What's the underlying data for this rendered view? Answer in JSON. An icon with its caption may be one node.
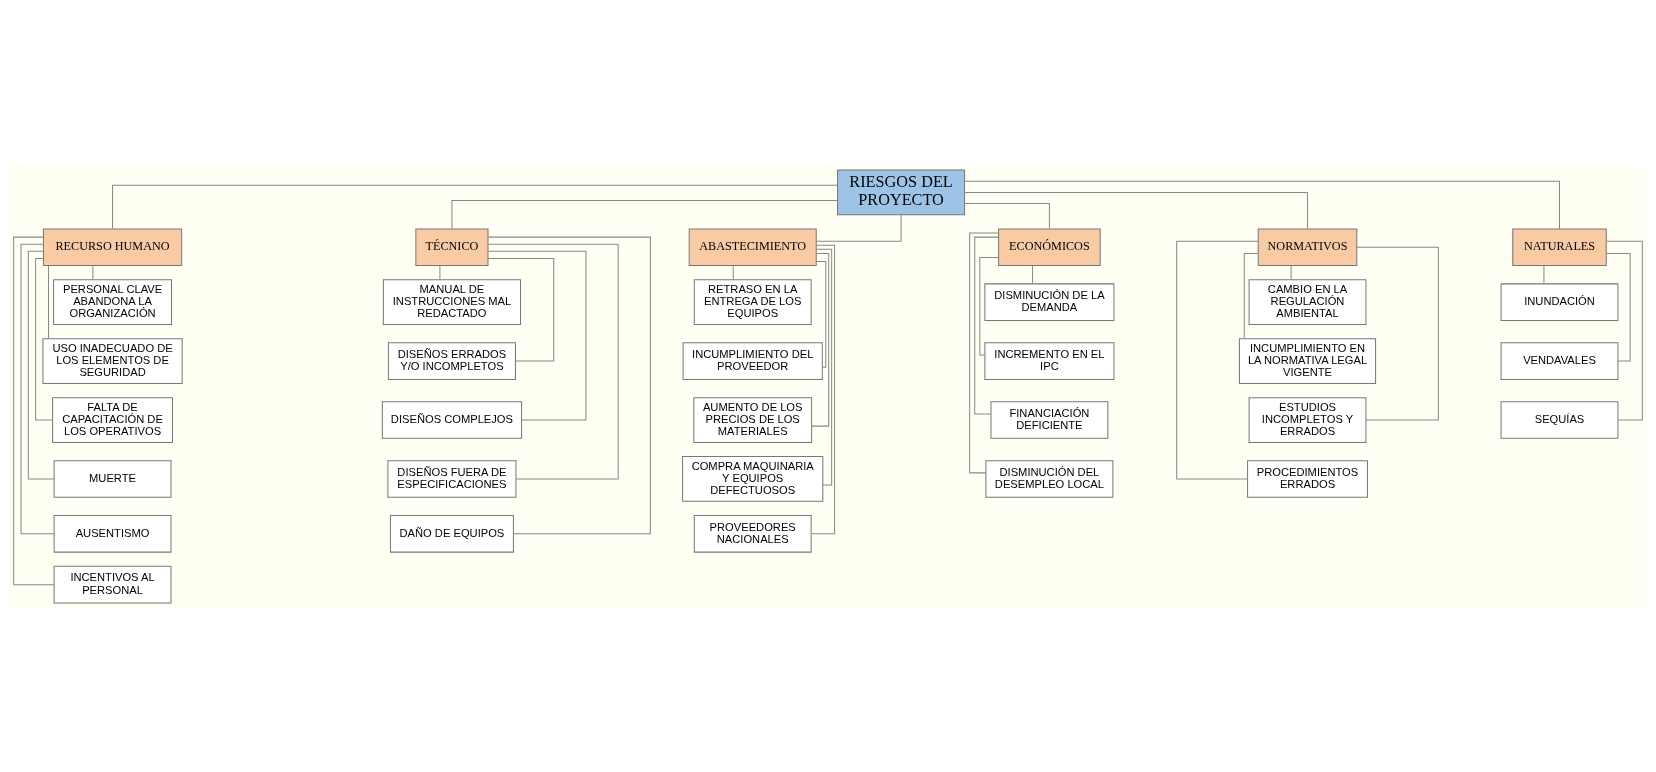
{
  "diagram": {
    "nodes": [
      {
        "text": [
          "RIESGOS DEL PROYECTO"
        ]
      },
      {
        "text": [
          "RECURSO HUMANO"
        ]
      },
      {
        "text": [
          "PERSONAL CLAVE ABANDONA LA ORGANIZACIÓN"
        ]
      },
      {
        "text": [
          "USO INADECUADO DE LOS ELEMENTOS DE SEGURIDAD"
        ]
      },
      {
        "text": [
          "FALTA DE CAPACITACIÓN DE LOS OPERATIVOS"
        ]
      },
      {
        "text": [
          "MUERTE"
        ]
      },
      {
        "text": [
          "AUSENTISMO"
        ]
      },
      {
        "text": [
          "INCENTIVOS AL PERSONAL"
        ]
      },
      {
        "text": [
          "TÉCNICO"
        ]
      },
      {
        "text": [
          "MANUAL DE INSTRUCCIONES MAL REDACTADO"
        ]
      },
      {
        "text": [
          "DISEÑOS ERRADOS Y/O INCOMPLETOS"
        ]
      },
      {
        "text": [
          "DISEÑOS COMPLEJOS"
        ]
      },
      {
        "text": [
          "DISEÑOS FUERA DE ESPECIFICACIONES"
        ]
      },
      {
        "text": [
          "DAÑO DE EQUIPOS"
        ]
      },
      {
        "text": [
          "ABASTECIMIENTO"
        ]
      },
      {
        "text": [
          "RETRASO EN LA ENTREGA DE LOS EQUIPOS"
        ]
      },
      {
        "text": [
          "INCUMPLIMIENTO DEL PROVEEDOR"
        ]
      },
      {
        "text": [
          "AUMENTO DE LOS PRECIOS DE LOS MATERIALES"
        ]
      },
      {
        "text": [
          "COMPRA MAQUINARIA Y EQUIPOS DEFECTUOSOS"
        ]
      },
      {
        "text": [
          "PROVEEDORES NACIONALES"
        ]
      },
      {
        "text": [
          "ECONÓMICOS"
        ]
      },
      {
        "text": [
          "DISMINUCIÓN DE LA DEMANDA"
        ]
      },
      {
        "text": [
          "INCREMENTO EN EL IPC"
        ]
      },
      {
        "text": [
          "FINANCIACIÓN DEFICIENTE"
        ]
      },
      {
        "text": [
          "DISMINUCIÓN DEL DESEMPLEO LOCAL"
        ]
      },
      {
        "text": [
          "NORMATIVOS"
        ]
      },
      {
        "text": [
          "CAMBIO EN LA REGULACIÓN AMBIENTAL"
        ]
      },
      {
        "text": [
          "INCUMPLIMIENTO EN LA NORMATIVA LEGAL VIGENTE"
        ]
      },
      {
        "text": [
          "ESTUDIOS INCOMPLETOS Y ERRADOS"
        ]
      },
      {
        "text": [
          "PROCEDIMIENTOS ERRADOS"
        ]
      },
      {
        "text": [
          "NATURALES"
        ]
      },
      {
        "text": [
          "INUNDACIÓN"
        ]
      },
      {
        "text": [
          "VENDAVALES"
        ]
      },
      {
        "text": [
          "SEQUÍAS"
        ]
      }
    ],
    "edges": [
      {
        "from": 0,
        "to": 1,
        "arrow": "none"
      },
      {
        "from": 0,
        "to": 8,
        "arrow": "none"
      },
      {
        "from": 0,
        "to": 14,
        "arrow": "none"
      },
      {
        "from": 0,
        "to": 20,
        "arrow": "none"
      },
      {
        "from": 0,
        "to": 25,
        "arrow": "none"
      },
      {
        "from": 0,
        "to": 30,
        "arrow": "none"
      },
      {
        "from": 1,
        "to": 2,
        "arrow": "none"
      },
      {
        "from": 1,
        "to": 3,
        "arrow": "none"
      },
      {
        "from": 1,
        "to": 4,
        "arrow": "none"
      },
      {
        "from": 1,
        "to": 5,
        "arrow": "none"
      },
      {
        "from": 1,
        "to": 6,
        "arrow": "none"
      },
      {
        "from": 1,
        "to": 7,
        "arrow": "none"
      },
      {
        "from": 8,
        "to": 9,
        "arrow": "none"
      },
      {
        "from": 8,
        "to": 10,
        "arrow": "none"
      },
      {
        "from": 8,
        "to": 11,
        "arrow": "none"
      },
      {
        "from": 8,
        "to": 12,
        "arrow": "none"
      },
      {
        "from": 8,
        "to": 13,
        "arrow": "none"
      },
      {
        "from": 14,
        "to": 15,
        "arrow": "none"
      },
      {
        "from": 14,
        "to": 16,
        "arrow": "none"
      },
      {
        "from": 14,
        "to": 17,
        "arrow": "none"
      },
      {
        "from": 14,
        "to": 18,
        "arrow": "none"
      },
      {
        "from": 14,
        "to": 19,
        "arrow": "none"
      },
      {
        "from": 20,
        "to": 21,
        "arrow": "none"
      },
      {
        "from": 20,
        "to": 22,
        "arrow": "none"
      },
      {
        "from": 20,
        "to": 23,
        "arrow": "none"
      },
      {
        "from": 20,
        "to": 24,
        "arrow": "none"
      },
      {
        "from": 25,
        "to": 26,
        "arrow": "none"
      },
      {
        "from": 25,
        "to": 27,
        "arrow": "none"
      },
      {
        "from": 25,
        "to": 28,
        "arrow": "none"
      },
      {
        "from": 25,
        "to": 29,
        "arrow": "none"
      },
      {
        "from": 30,
        "to": 31,
        "arrow": "none"
      },
      {
        "from": 30,
        "to": 32,
        "arrow": "none"
      },
      {
        "from": 30,
        "to": 33,
        "arrow": "none"
      }
    ]
  }
}
